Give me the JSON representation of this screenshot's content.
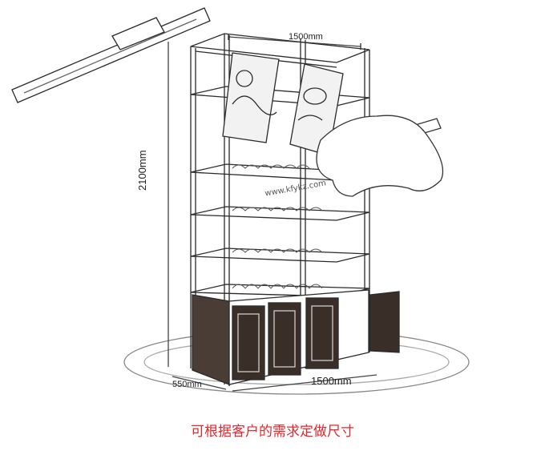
{
  "dimensions": {
    "top_width": "1500mm",
    "height": "2100mm",
    "depth": "550mm",
    "bottom_width": "1500mm"
  },
  "watermark": "www.kfykz.com",
  "caption": "可根据客户的需求定做尺寸",
  "colors": {
    "caption": "#e8262b",
    "line": "#2a2a2a",
    "wood": "#3a2f28"
  }
}
